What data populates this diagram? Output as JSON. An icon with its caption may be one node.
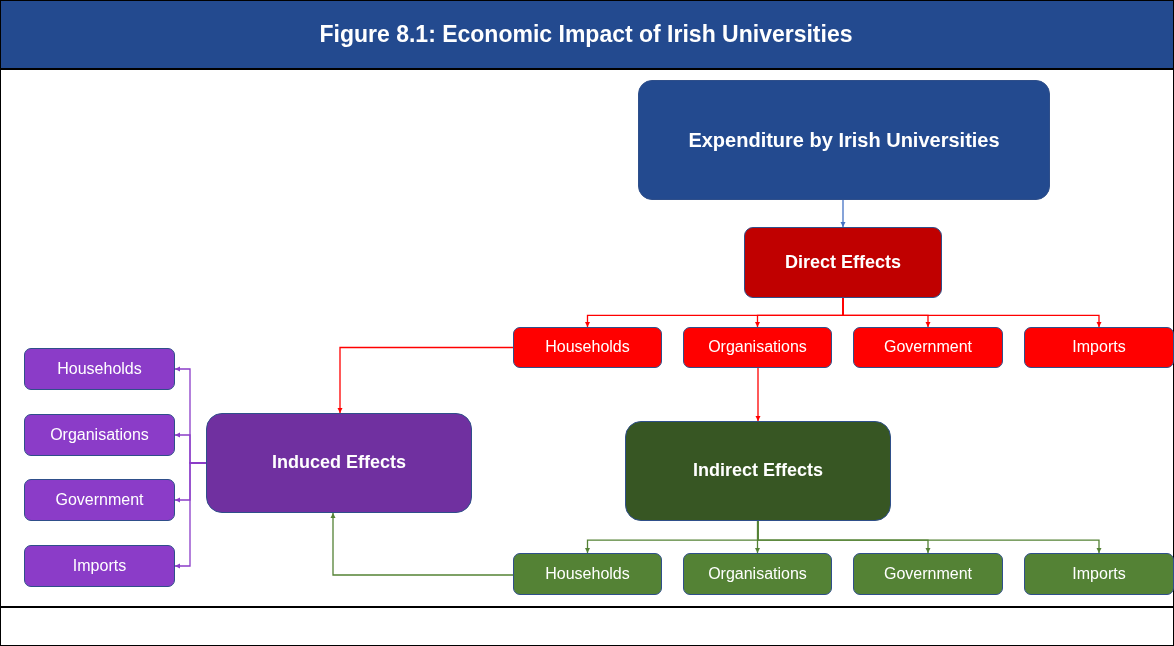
{
  "diagram": {
    "title": "Figure 8.1: Economic Impact of Irish Universities",
    "nodes": [
      {
        "text": [
          "Expenditure by Irish Universities"
        ]
      },
      {
        "text": [
          "Direct Effects"
        ]
      },
      {
        "text": [
          "Households"
        ]
      },
      {
        "text": [
          "Organisations"
        ]
      },
      {
        "text": [
          "Government"
        ]
      },
      {
        "text": [
          "Imports"
        ]
      },
      {
        "text": [
          "Households"
        ]
      },
      {
        "text": [
          "Organisations"
        ]
      },
      {
        "text": [
          "Government"
        ]
      },
      {
        "text": [
          "Imports"
        ]
      },
      {
        "text": [
          "Induced Effects"
        ]
      },
      {
        "text": [
          "Indirect Effects"
        ]
      },
      {
        "text": [
          "Households"
        ]
      },
      {
        "text": [
          "Organisations"
        ]
      },
      {
        "text": [
          "Government"
        ]
      },
      {
        "text": [
          "Imports"
        ]
      }
    ],
    "edges": [
      {
        "from": 0,
        "to": 1,
        "arrow": "to",
        "color": "#4472c4"
      },
      {
        "from": 1,
        "to": 2,
        "arrow": "to",
        "color": "#ff0000"
      },
      {
        "from": 1,
        "to": 3,
        "arrow": "to",
        "color": "#ff0000"
      },
      {
        "from": 1,
        "to": 4,
        "arrow": "to",
        "color": "#ff0000"
      },
      {
        "from": 1,
        "to": 5,
        "arrow": "to",
        "color": "#ff0000"
      },
      {
        "from": 2,
        "to": 10,
        "arrow": "to",
        "color": "#ff0000"
      },
      {
        "from": 3,
        "to": 11,
        "arrow": "to",
        "color": "#ff0000"
      },
      {
        "from": 11,
        "to": 12,
        "arrow": "to",
        "color": "#548235"
      },
      {
        "from": 11,
        "to": 13,
        "arrow": "to",
        "color": "#548235"
      },
      {
        "from": 11,
        "to": 14,
        "arrow": "to",
        "color": "#548235"
      },
      {
        "from": 11,
        "to": 15,
        "arrow": "to",
        "color": "#548235"
      },
      {
        "from": 12,
        "to": 10,
        "arrow": "to",
        "color": "#548235"
      },
      {
        "from": 10,
        "to": 6,
        "arrow": "to",
        "color": "#8b3cc8"
      },
      {
        "from": 10,
        "to": 7,
        "arrow": "to",
        "color": "#8b3cc8"
      },
      {
        "from": 10,
        "to": 8,
        "arrow": "to",
        "color": "#8b3cc8"
      },
      {
        "from": 10,
        "to": 9,
        "arrow": "to",
        "color": "#8b3cc8"
      }
    ]
  }
}
